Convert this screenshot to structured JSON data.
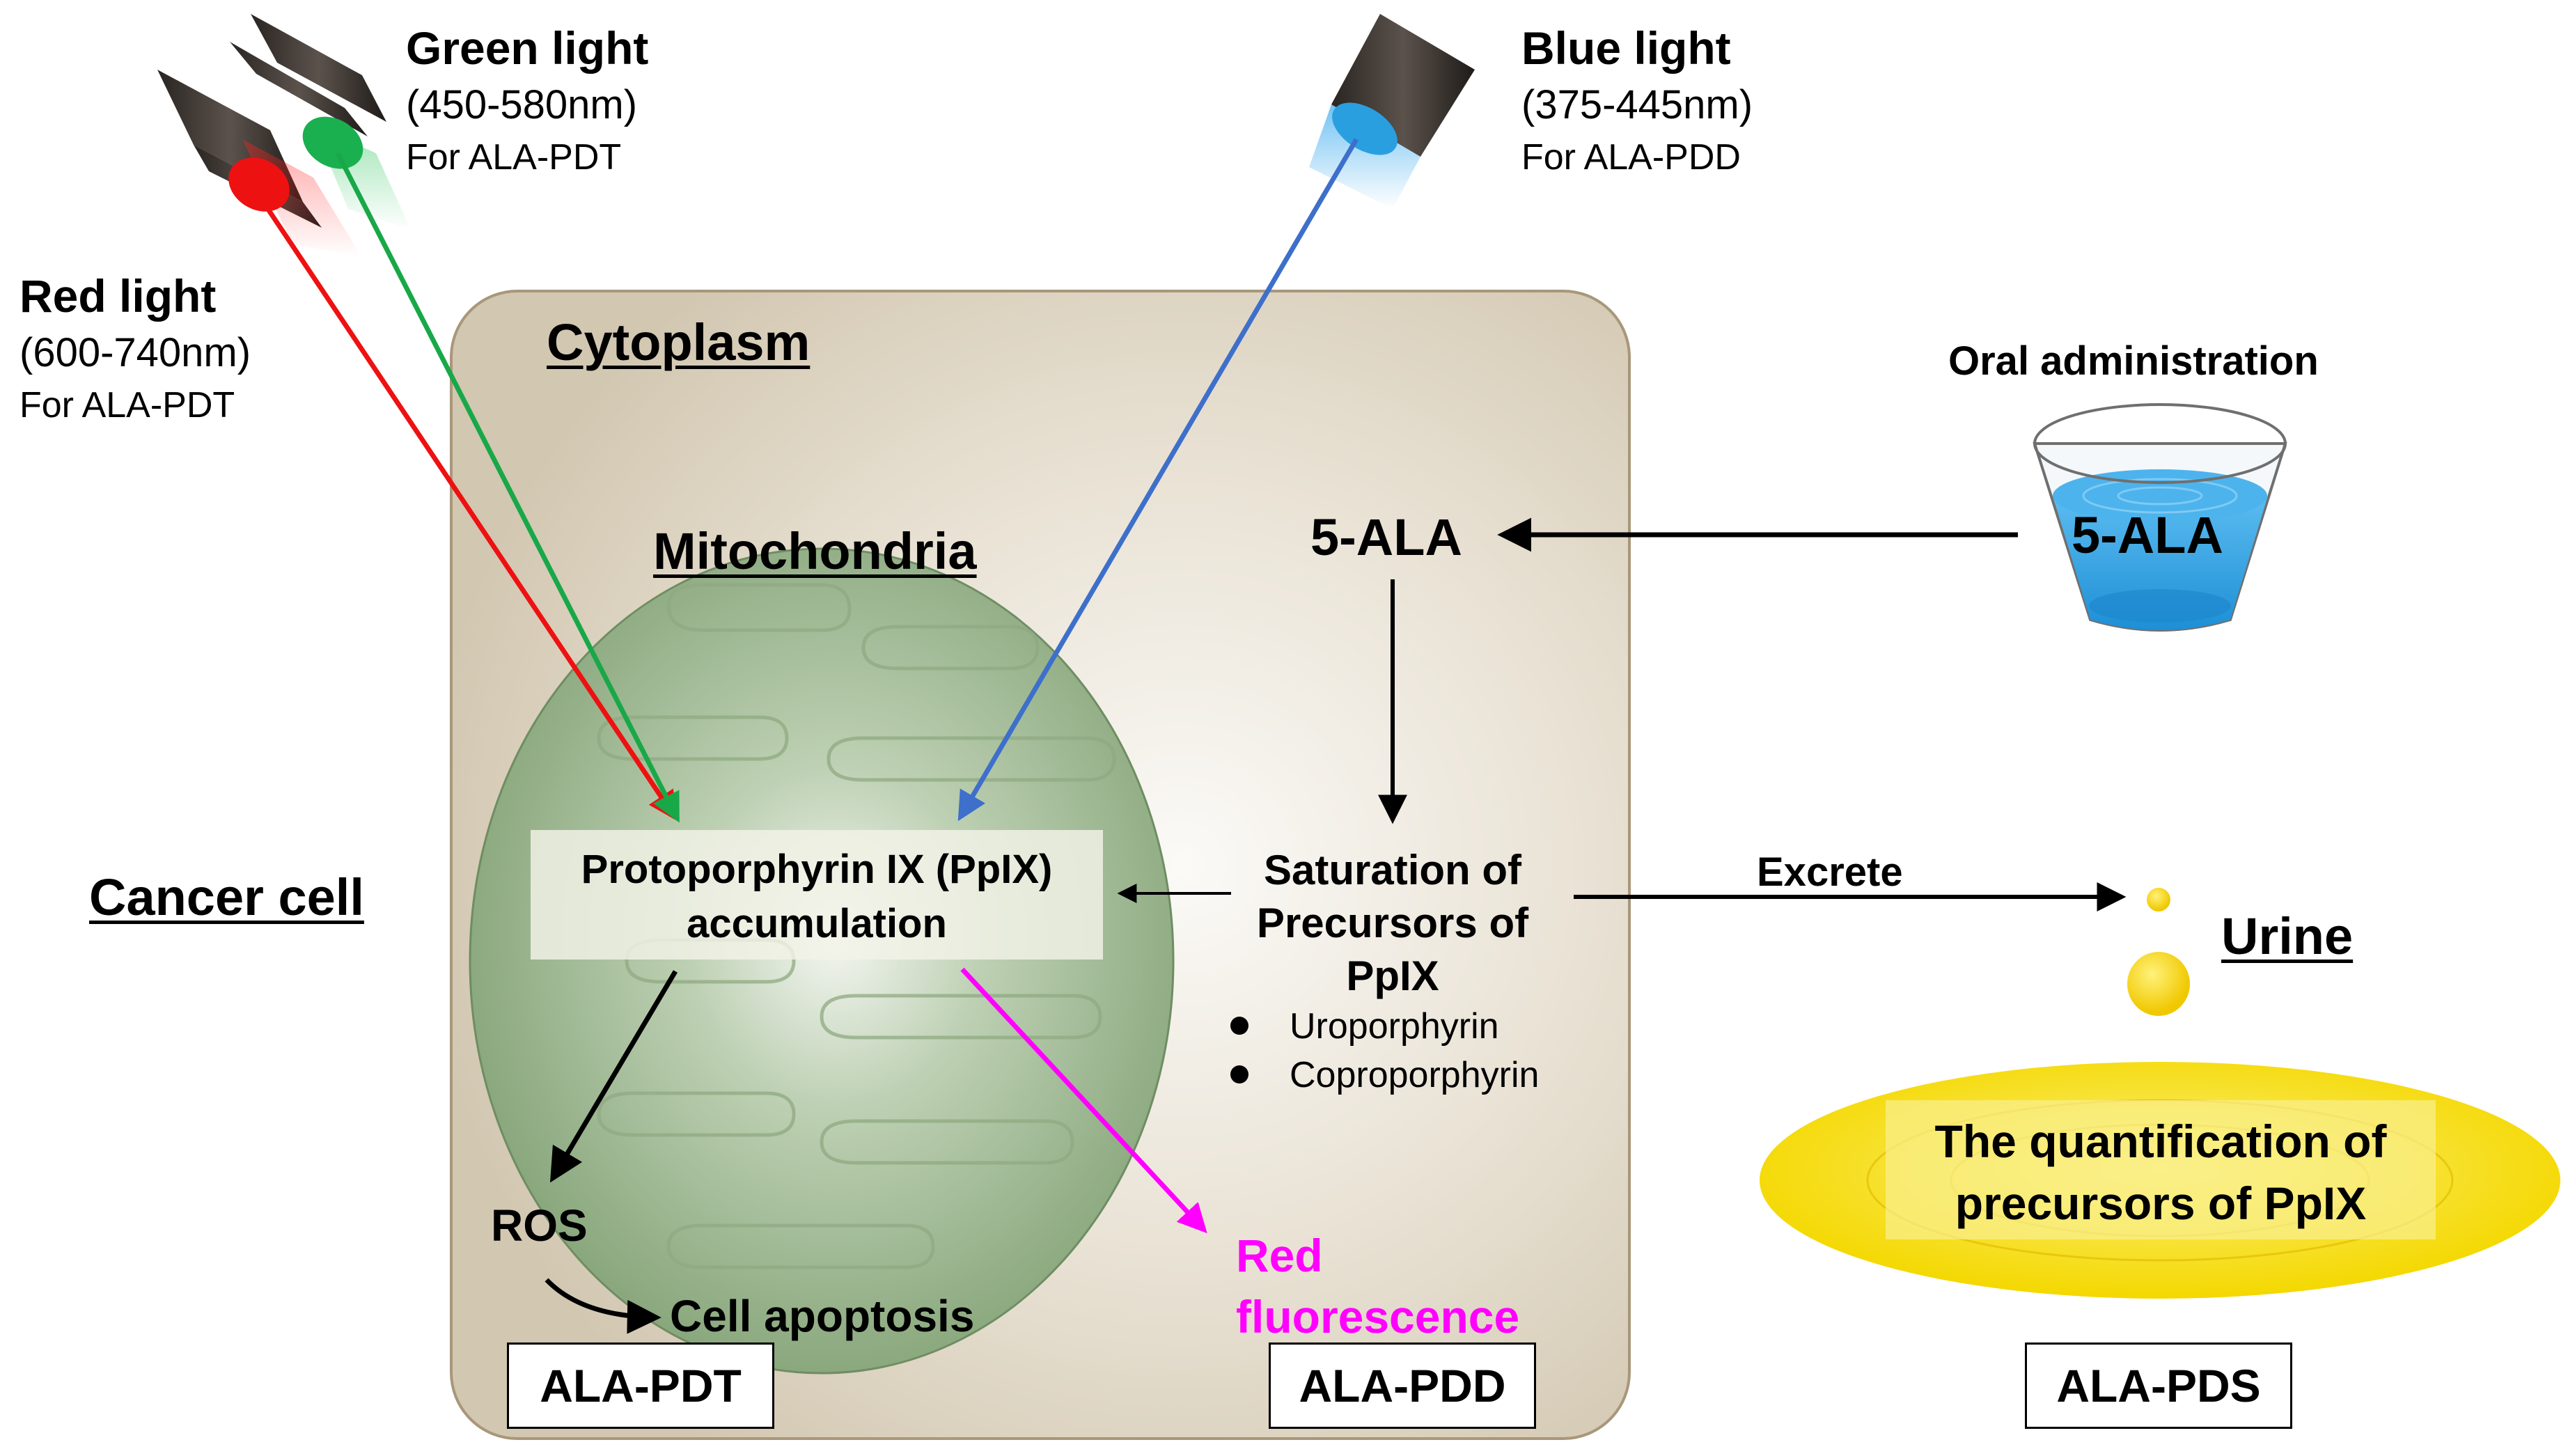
{
  "lights": {
    "red": {
      "title": "Red light",
      "range": "(600-740nm)",
      "use": "For ALA-PDT"
    },
    "green": {
      "title": "Green light",
      "range": "(450-580nm)",
      "use": "For ALA-PDT"
    },
    "blue": {
      "title": "Blue light",
      "range": "(375-445nm)",
      "use": "For ALA-PDD"
    }
  },
  "cell": {
    "label": "Cancer cell",
    "cytoplasm": "Cytoplasm",
    "mitochondria": "Mitochondria",
    "pplx_line1": "Protoporphyrin IX (PpIX)",
    "pplx_line2": "accumulation",
    "five_ala": "5-ALA",
    "saturation_line1": "Saturation of",
    "saturation_line2": "Precursors of",
    "saturation_line3": "PpIX",
    "precursors": [
      "Uroporphyrin",
      "Coproporphyrin"
    ],
    "ros": "ROS",
    "apoptosis": "Cell apoptosis",
    "red_fluor_line1": "Red",
    "red_fluor_line2": "fluorescence"
  },
  "oral": {
    "title": "Oral administration",
    "cup_label": "5-ALA"
  },
  "excrete": "Excrete",
  "urine": "Urine",
  "quant_line1": "The quantification of",
  "quant_line2": "precursors of PpIX",
  "methods": {
    "pdt": "ALA-PDT",
    "pdd": "ALA-PDD",
    "pds": "ALA-PDS"
  },
  "colors": {
    "red": "#ee1111",
    "green": "#18a848",
    "blue": "#3d6fcb",
    "magenta": "#ff00ff",
    "yellow": "#f7e20a",
    "cup_blue": "#2a9fe0"
  }
}
